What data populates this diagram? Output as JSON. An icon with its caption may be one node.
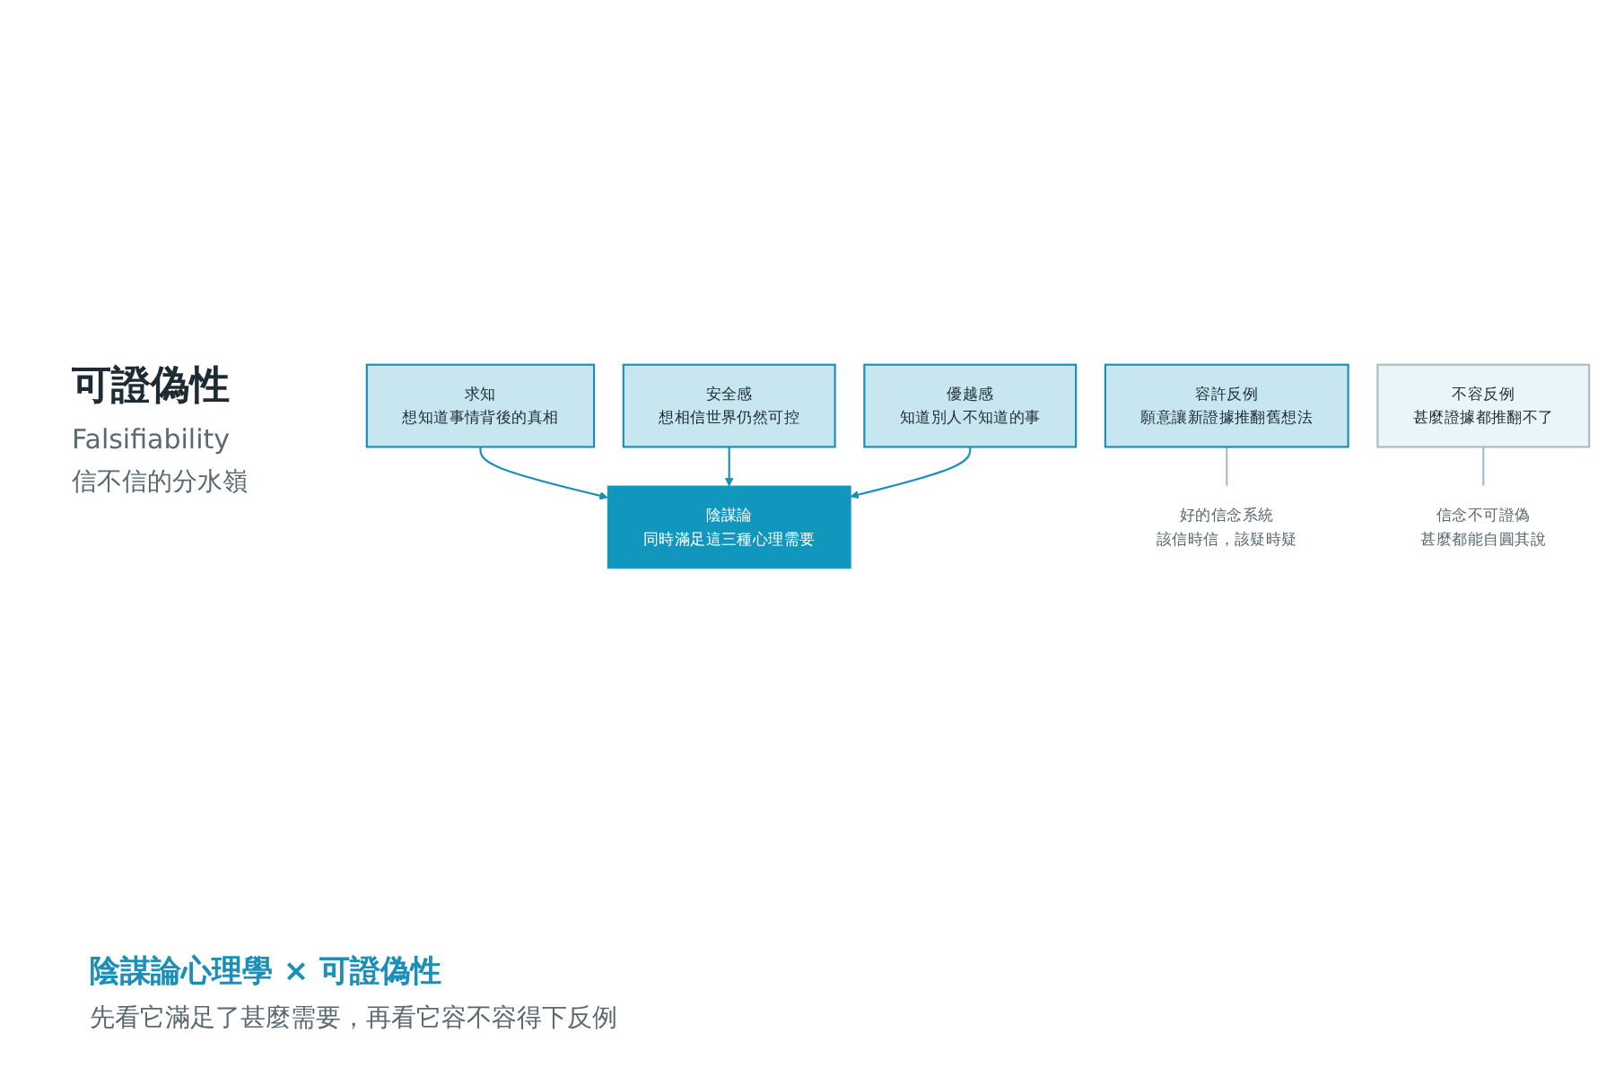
{
  "diagram": {
    "title": "陰謀論心理學 × 可證偽性",
    "caption": "先看它滿足了甚麼需要，再看它容不容得下反例",
    "nodes": [
      {
        "text": [
          "求知",
          "想知道事情背後的真相"
        ]
      },
      {
        "text": [
          "安全感",
          "想相信世界仍然可控"
        ]
      },
      {
        "text": [
          "優越感",
          "知道別人不知道的事"
        ]
      },
      {
        "text": [
          "陰謀論",
          "同時滿足這三種心理需要"
        ]
      },
      {
        "text": [
          "容許反例",
          "願意讓新證據推翻舊想法"
        ]
      },
      {
        "text": [
          "不容反例",
          "甚麼證據都推翻不了"
        ]
      },
      {
        "text": [
          "好的信念系統",
          "該信時信，該疑時疑"
        ]
      },
      {
        "text": [
          "信念不可證偽",
          "甚麼都能自圓其說"
        ]
      }
    ],
    "edges": [
      {
        "from": 0,
        "to": 3,
        "arrow": "to"
      },
      {
        "from": 1,
        "to": 3,
        "arrow": "to"
      },
      {
        "from": 2,
        "to": 3,
        "arrow": "to"
      },
      {
        "from": 4,
        "to": 6,
        "arrow": "none",
        "color": "#a9bcc4"
      },
      {
        "from": 5,
        "to": 7,
        "arrow": "none",
        "color": "#a9bcc4"
      }
    ],
    "labels": [
      "可證偽性",
      "Falsifiability",
      "信不信的分水嶺"
    ]
  }
}
